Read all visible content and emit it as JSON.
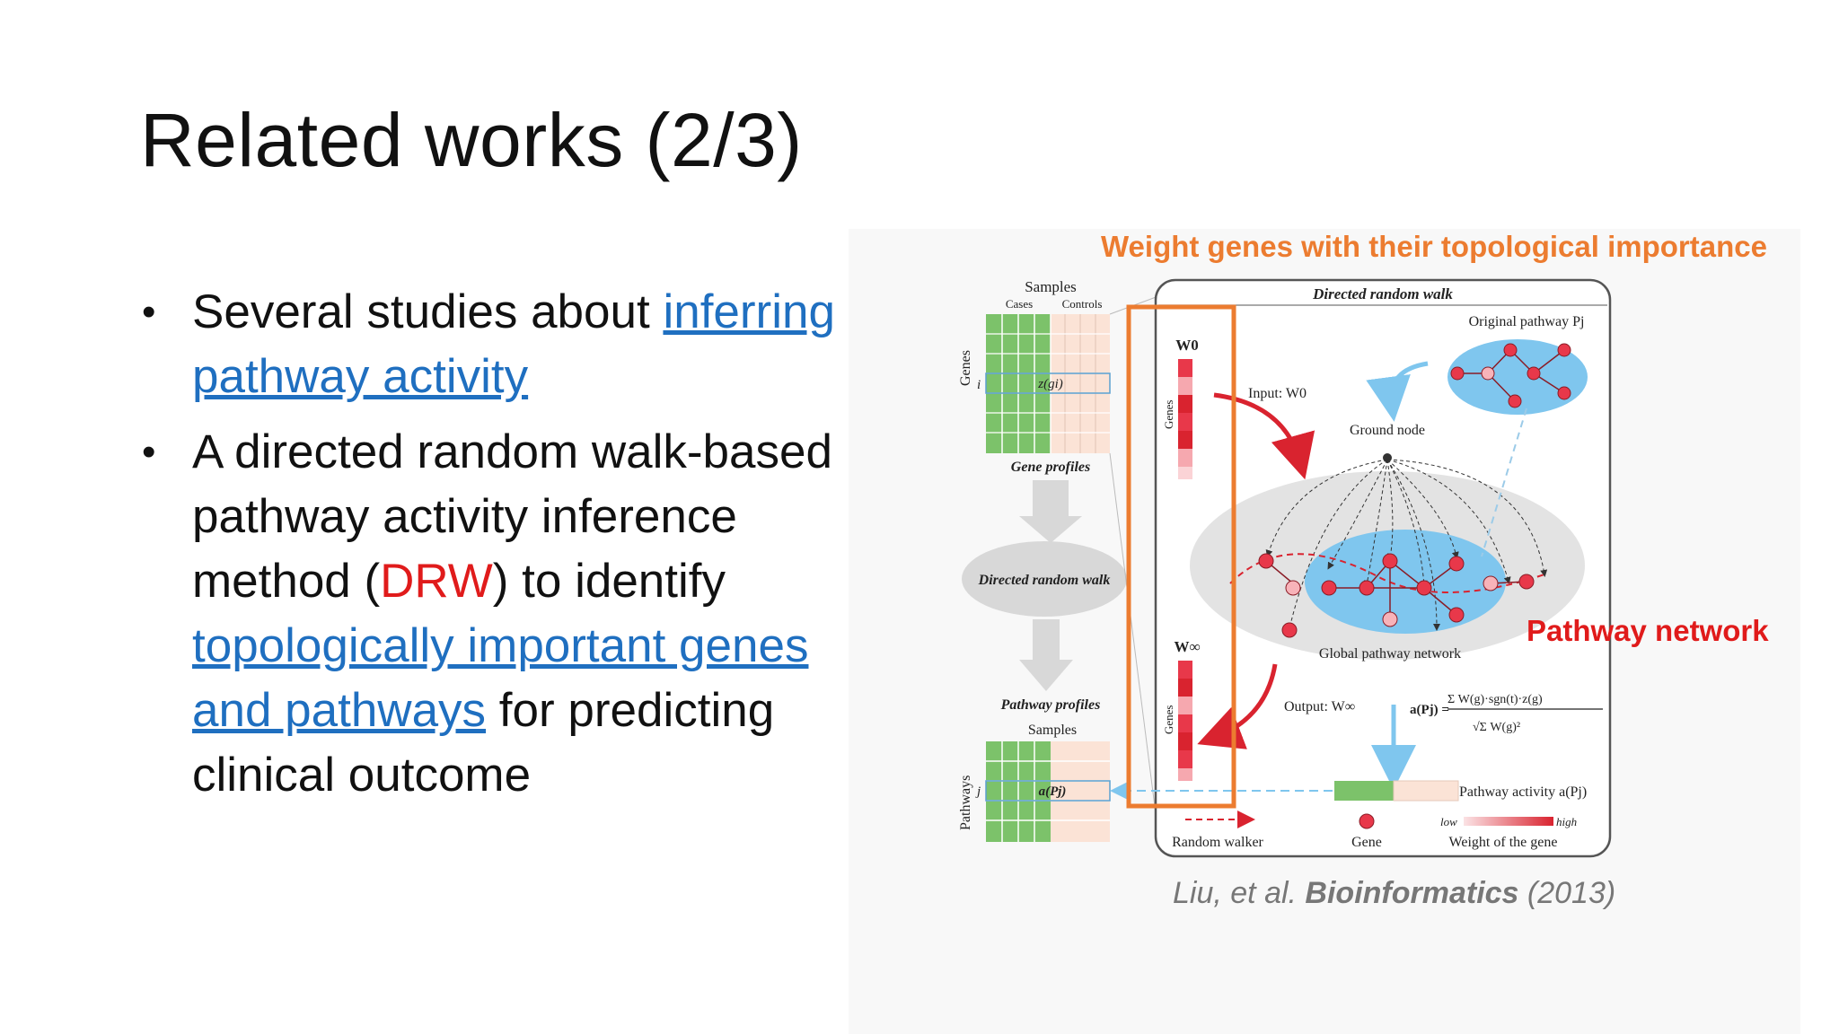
{
  "slide": {
    "title": "Related works (2/3)",
    "bullets": [
      {
        "pre": "Several studies about ",
        "link": "inferring pathway activity"
      },
      {
        "pre": "A directed random walk-based pathway activity inference method (",
        "highlight": "DRW",
        "mid": ") to identify ",
        "link": "topologically important genes and pathways",
        "post": " for predicting clinical outcome"
      }
    ],
    "annotation_top": "Weight genes with their topological importance",
    "annotation_right": "Pathway network",
    "citation": {
      "authors": "Liu, et al. ",
      "journal": "Bioinformatics",
      "year": " (2013)"
    }
  },
  "figure": {
    "samples": "Samples",
    "cases": "Cases",
    "controls": "Controls",
    "genes_axis": "Genes",
    "gene_row": "i",
    "z_label": "z(gi)",
    "gene_profiles": "Gene profiles",
    "directed_random_walk_ellipse": "Directed random walk",
    "pathway_profiles": "Pathway profiles",
    "pathways_axis": "Pathways",
    "pathway_row": "j",
    "a_label": "a(Pj)",
    "panel_title": "Directed random walk",
    "original_pathway": "Original pathway Pj",
    "w0": "W0",
    "winf": "W∞",
    "input": "Input: W0",
    "output": "Output: W∞",
    "ground_node": "Ground node",
    "global_pathway_network": "Global pathway network",
    "pathway_activity": "Pathway activity a(Pj)",
    "legend_random_walker": "Random walker",
    "legend_gene": "Gene",
    "legend_weight": "Weight of the gene",
    "legend_low": "low",
    "legend_high": "high",
    "colors": {
      "case": "#7cc26a",
      "control": "#fbe3d6",
      "gene_node": "#e8384a",
      "blue_region": "#7fc6ee",
      "grey_region": "#e3e3e3",
      "orange_box": "#ec7c30"
    }
  }
}
